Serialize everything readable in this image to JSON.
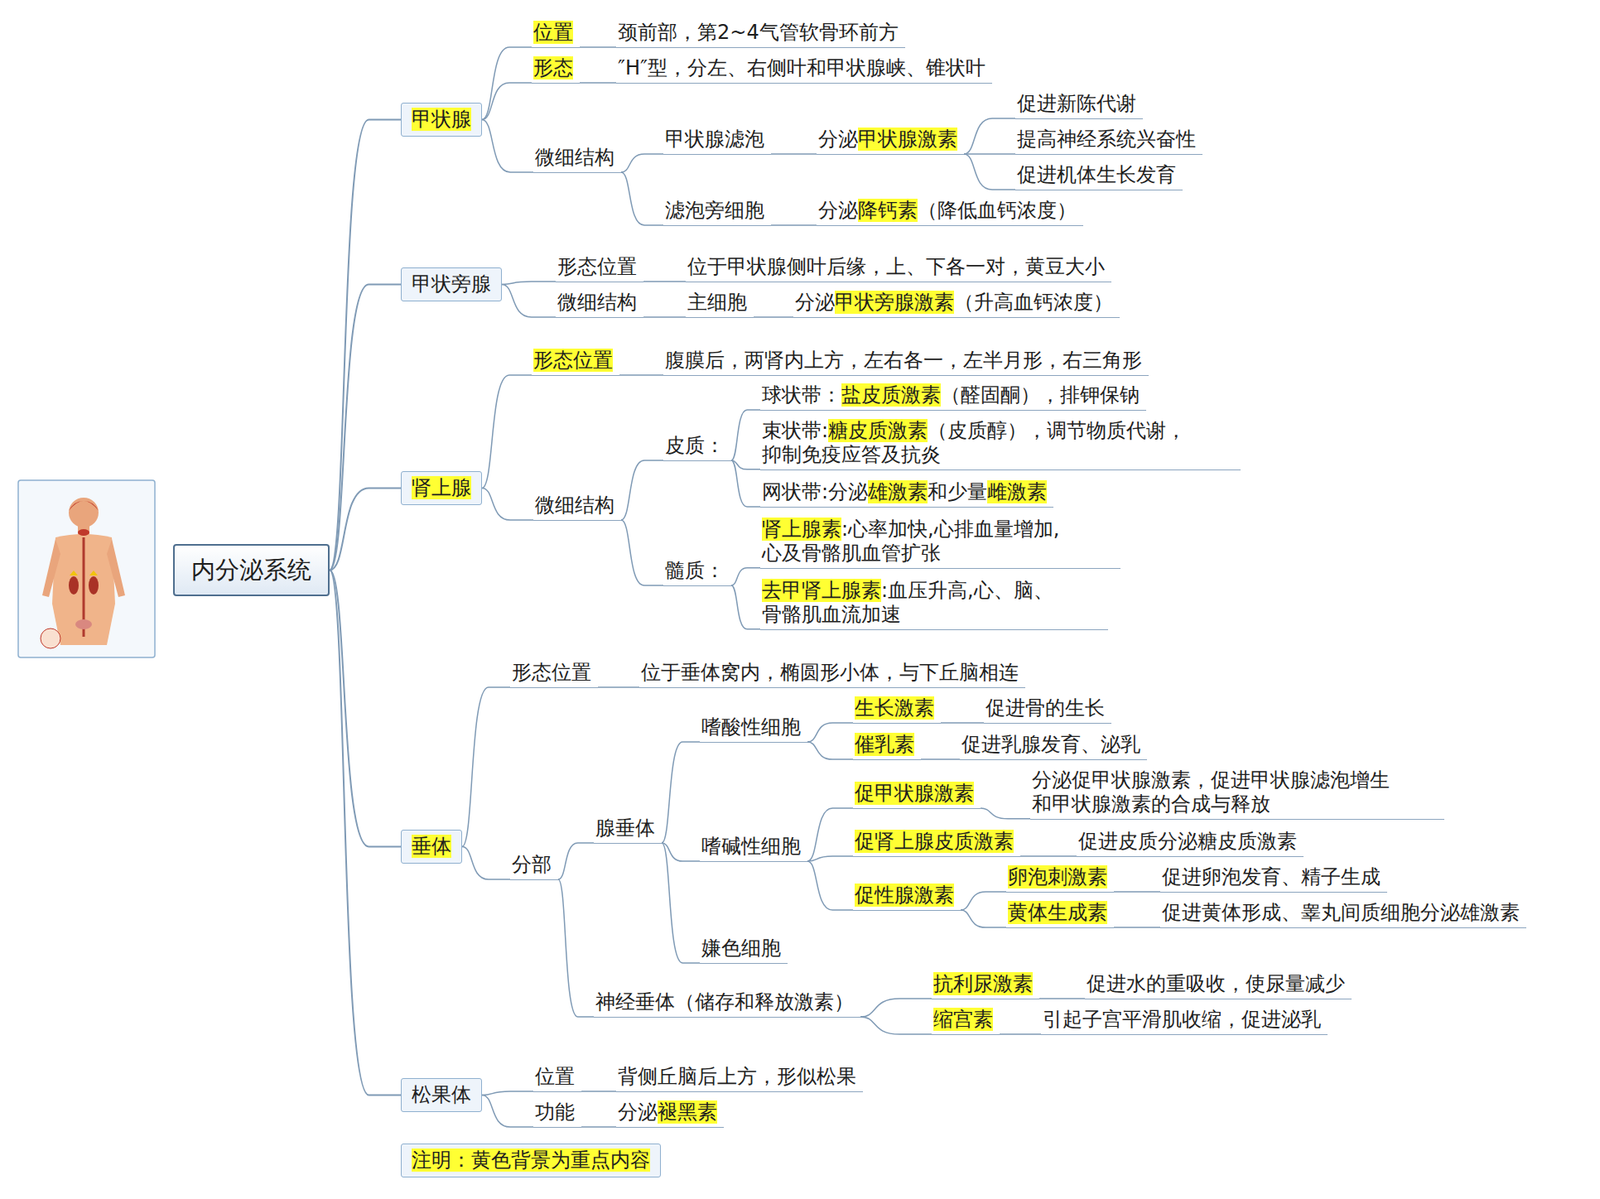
{
  "diagram": {
    "nodes": [
      {
        "text": [
          "内分泌系统"
        ]
      },
      {
        "text": [
          "甲状腺"
        ]
      },
      {
        "text": [
          "位置"
        ]
      },
      {
        "text": [
          "颈前部，第2~4气管软骨环前方"
        ]
      },
      {
        "text": [
          "形态"
        ]
      },
      {
        "text": [
          "″H″型，分左、右侧叶和甲状腺峡、锥状叶"
        ]
      },
      {
        "text": [
          "微细结构"
        ]
      },
      {
        "text": [
          "甲状腺滤泡"
        ]
      },
      {
        "text": [
          "分泌甲状腺激素"
        ]
      },
      {
        "text": [
          "促进新陈代谢"
        ]
      },
      {
        "text": [
          "提高神经系统兴奋性"
        ]
      },
      {
        "text": [
          "促进机体生长发育"
        ]
      },
      {
        "text": [
          "滤泡旁细胞"
        ]
      },
      {
        "text": [
          "分泌降钙素（降低血钙浓度）"
        ]
      },
      {
        "text": [
          "甲状旁腺"
        ]
      },
      {
        "text": [
          "形态位置"
        ]
      },
      {
        "text": [
          "位于甲状腺侧叶后缘，上、下各一对，黄豆大小"
        ]
      },
      {
        "text": [
          "微细结构"
        ]
      },
      {
        "text": [
          "主细胞"
        ]
      },
      {
        "text": [
          "分泌甲状旁腺激素（升高血钙浓度）"
        ]
      },
      {
        "text": [
          "肾上腺"
        ]
      },
      {
        "text": [
          "形态位置"
        ]
      },
      {
        "text": [
          "腹膜后，两肾内上方，左右各一，左半月形，右三角形"
        ]
      },
      {
        "text": [
          "微细结构"
        ]
      },
      {
        "text": [
          "皮质："
        ]
      },
      {
        "text": [
          "球状带：盐皮质激素（醛固酮），排钾保钠"
        ]
      },
      {
        "text": [
          "束状带:糖皮质激素（皮质醇），调节物质代谢， 抑制免疫应答及抗炎"
        ]
      },
      {
        "text": [
          "网状带:分泌雄激素和少量雌激素"
        ]
      },
      {
        "text": [
          "髓质："
        ]
      },
      {
        "text": [
          "肾上腺素:心率加快,心排血量增加, 心及骨骼肌血管扩张"
        ]
      },
      {
        "text": [
          "去甲肾上腺素:血压升高,心、脑、 骨骼肌血流加速"
        ]
      },
      {
        "text": [
          "垂体"
        ]
      },
      {
        "text": [
          "形态位置"
        ]
      },
      {
        "text": [
          "位于垂体窝内，椭圆形小体，与下丘脑相连"
        ]
      },
      {
        "text": [
          "分部"
        ]
      },
      {
        "text": [
          "腺垂体"
        ]
      },
      {
        "text": [
          "嗜酸性细胞"
        ]
      },
      {
        "text": [
          "生长激素"
        ]
      },
      {
        "text": [
          "促进骨的生长"
        ]
      },
      {
        "text": [
          "催乳素"
        ]
      },
      {
        "text": [
          "促进乳腺发育、泌乳"
        ]
      },
      {
        "text": [
          "嗜碱性细胞"
        ]
      },
      {
        "text": [
          "促甲状腺激素"
        ]
      },
      {
        "text": [
          "分泌促甲状腺激素，促进甲状腺滤泡增生 和甲状腺激素的合成与释放"
        ]
      },
      {
        "text": [
          "促肾上腺皮质激素"
        ]
      },
      {
        "text": [
          "促进皮质分泌糖皮质激素"
        ]
      },
      {
        "text": [
          "促性腺激素"
        ]
      },
      {
        "text": [
          "卵泡刺激素"
        ]
      },
      {
        "text": [
          "促进卵泡发育、精子生成"
        ]
      },
      {
        "text": [
          "黄体生成素"
        ]
      },
      {
        "text": [
          "促进黄体形成、睾丸间质细胞分泌雄激素"
        ]
      },
      {
        "text": [
          "嫌色细胞"
        ]
      },
      {
        "text": [
          "神经垂体（储存和释放激素）"
        ]
      },
      {
        "text": [
          "抗利尿激素"
        ]
      },
      {
        "text": [
          "促进水的重吸收，使尿量减少"
        ]
      },
      {
        "text": [
          "缩宫素"
        ]
      },
      {
        "text": [
          "引起子宫平滑肌收缩，促进泌乳"
        ]
      },
      {
        "text": [
          "松果体"
        ]
      },
      {
        "text": [
          "位置"
        ]
      },
      {
        "text": [
          "背侧丘脑后上方，形似松果"
        ]
      },
      {
        "text": [
          "功能"
        ]
      },
      {
        "text": [
          "分泌褪黑素"
        ]
      },
      {
        "text": [
          "注明：黄色背景为重点内容"
        ]
      }
    ],
    "edges": [
      {
        "from": 0,
        "to": 1,
        "arrow": "none"
      },
      {
        "from": 0,
        "to": 14,
        "arrow": "none"
      },
      {
        "from": 0,
        "to": 20,
        "arrow": "none"
      },
      {
        "from": 0,
        "to": 31,
        "arrow": "none"
      },
      {
        "from": 0,
        "to": 57,
        "arrow": "none"
      },
      {
        "from": 1,
        "to": 2,
        "arrow": "none"
      },
      {
        "from": 2,
        "to": 3,
        "arrow": "none"
      },
      {
        "from": 1,
        "to": 4,
        "arrow": "none"
      },
      {
        "from": 4,
        "to": 5,
        "arrow": "none"
      },
      {
        "from": 1,
        "to": 6,
        "arrow": "none"
      },
      {
        "from": 6,
        "to": 7,
        "arrow": "none"
      },
      {
        "from": 7,
        "to": 8,
        "arrow": "none"
      },
      {
        "from": 8,
        "to": 9,
        "arrow": "none"
      },
      {
        "from": 8,
        "to": 10,
        "arrow": "none"
      },
      {
        "from": 8,
        "to": 11,
        "arrow": "none"
      },
      {
        "from": 6,
        "to": 12,
        "arrow": "none"
      },
      {
        "from": 12,
        "to": 13,
        "arrow": "none"
      },
      {
        "from": 14,
        "to": 15,
        "arrow": "none"
      },
      {
        "from": 15,
        "to": 16,
        "arrow": "none"
      },
      {
        "from": 14,
        "to": 17,
        "arrow": "none"
      },
      {
        "from": 17,
        "to": 18,
        "arrow": "none"
      },
      {
        "from": 18,
        "to": 19,
        "arrow": "none"
      },
      {
        "from": 20,
        "to": 21,
        "arrow": "none"
      },
      {
        "from": 21,
        "to": 22,
        "arrow": "none"
      },
      {
        "from": 20,
        "to": 23,
        "arrow": "none"
      },
      {
        "from": 23,
        "to": 24,
        "arrow": "none"
      },
      {
        "from": 24,
        "to": 25,
        "arrow": "none"
      },
      {
        "from": 24,
        "to": 26,
        "arrow": "none"
      },
      {
        "from": 24,
        "to": 27,
        "arrow": "none"
      },
      {
        "from": 23,
        "to": 28,
        "arrow": "none"
      },
      {
        "from": 28,
        "to": 29,
        "arrow": "none"
      },
      {
        "from": 28,
        "to": 30,
        "arrow": "none"
      },
      {
        "from": 31,
        "to": 32,
        "arrow": "none"
      },
      {
        "from": 32,
        "to": 33,
        "arrow": "none"
      },
      {
        "from": 31,
        "to": 34,
        "arrow": "none"
      },
      {
        "from": 34,
        "to": 35,
        "arrow": "none"
      },
      {
        "from": 35,
        "to": 36,
        "arrow": "none"
      },
      {
        "from": 36,
        "to": 37,
        "arrow": "none"
      },
      {
        "from": 37,
        "to": 38,
        "arrow": "none"
      },
      {
        "from": 36,
        "to": 39,
        "arrow": "none"
      },
      {
        "from": 39,
        "to": 40,
        "arrow": "none"
      },
      {
        "from": 35,
        "to": 41,
        "arrow": "none"
      },
      {
        "from": 41,
        "to": 42,
        "arrow": "none"
      },
      {
        "from": 42,
        "to": 43,
        "arrow": "none"
      },
      {
        "from": 41,
        "to": 44,
        "arrow": "none"
      },
      {
        "from": 44,
        "to": 45,
        "arrow": "none"
      },
      {
        "from": 41,
        "to": 46,
        "arrow": "none"
      },
      {
        "from": 46,
        "to": 47,
        "arrow": "none"
      },
      {
        "from": 47,
        "to": 48,
        "arrow": "none"
      },
      {
        "from": 46,
        "to": 49,
        "arrow": "none"
      },
      {
        "from": 49,
        "to": 50,
        "arrow": "none"
      },
      {
        "from": 35,
        "to": 51,
        "arrow": "none"
      },
      {
        "from": 34,
        "to": 52,
        "arrow": "none"
      },
      {
        "from": 52,
        "to": 53,
        "arrow": "none"
      },
      {
        "from": 53,
        "to": 54,
        "arrow": "none"
      },
      {
        "from": 52,
        "to": 55,
        "arrow": "none"
      },
      {
        "from": 55,
        "to": 56,
        "arrow": "none"
      },
      {
        "from": 57,
        "to": 58,
        "arrow": "none"
      },
      {
        "from": 58,
        "to": 59,
        "arrow": "none"
      },
      {
        "from": 57,
        "to": 60,
        "arrow": "none"
      },
      {
        "from": 60,
        "to": 61,
        "arrow": "none"
      }
    ]
  }
}
